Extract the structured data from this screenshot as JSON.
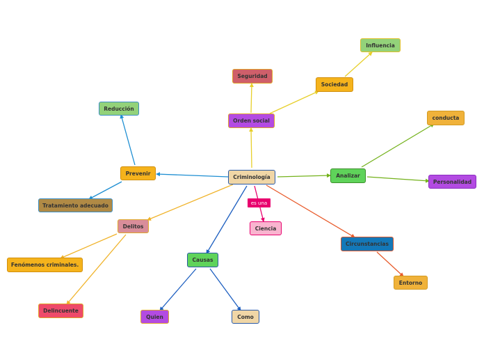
{
  "nodes": {
    "criminologia": {
      "label": "Criminología",
      "color": "#f0d6a6",
      "border": "#2a5aa6"
    },
    "prevenir": {
      "label": "Prevenir",
      "color": "#f5b31c",
      "border": "#d18f0c"
    },
    "reduccion": {
      "label": "Reducción",
      "color": "#93d27a",
      "border": "#3a8ec4"
    },
    "tratamiento": {
      "label": "Tratamiento adecuado",
      "color": "#b08a45",
      "border": "#3a8ec4"
    },
    "orden_social": {
      "label": "Orden social",
      "color": "#b34be2",
      "border": "#e0a72a"
    },
    "seguridad": {
      "label": "Seguridad",
      "color": "#cf5f6a",
      "border": "#e0a72a"
    },
    "sociedad": {
      "label": "Sociedad",
      "color": "#f5b31c",
      "border": "#d18f0c"
    },
    "influencia": {
      "label": "Influencia",
      "color": "#93d27a",
      "border": "#e0c02a"
    },
    "analizar": {
      "label": "Analizar",
      "color": "#5fd35a",
      "border": "#3c8e2a"
    },
    "conducta": {
      "label": "conducta",
      "color": "#f0b23a",
      "border": "#d39a20"
    },
    "personalidad": {
      "label": "Personalidad",
      "color": "#b34be2",
      "border": "#8a2cc0"
    },
    "delitos": {
      "label": "Delitos",
      "color": "#d98d9a",
      "border": "#e0a72a"
    },
    "fenomenos": {
      "label": "Fenómenos criminales.",
      "color": "#f5b31c",
      "border": "#d18f0c"
    },
    "delincuente": {
      "label": "Delincuente",
      "color": "#ee4a6a",
      "border": "#e0a72a"
    },
    "causas": {
      "label": "Causas",
      "color": "#5fd35a",
      "border": "#2a5aa6"
    },
    "quien": {
      "label": "Quien",
      "color": "#b34be2",
      "border": "#e0a72a"
    },
    "como": {
      "label": "Como",
      "color": "#f0d6a6",
      "border": "#2a5aa6"
    },
    "ciencia": {
      "label": "Ciencia",
      "color": "#f9b4cf",
      "border": "#e8006e"
    },
    "circunstancias": {
      "label": "Circunstancias",
      "color": "#1478b8",
      "border": "#d9562a"
    },
    "entorno": {
      "label": "Entorno",
      "color": "#f0b23a",
      "border": "#d39a20"
    }
  },
  "link_label": "es una",
  "edge_colors": {
    "blue": "#1d8ed2",
    "yellow": "#e7cf2a",
    "green": "#74b21c",
    "orange": "#f0b32a",
    "darkblue": "#1d5fc0",
    "pink": "#e8006e",
    "red": "#e85a2a"
  }
}
